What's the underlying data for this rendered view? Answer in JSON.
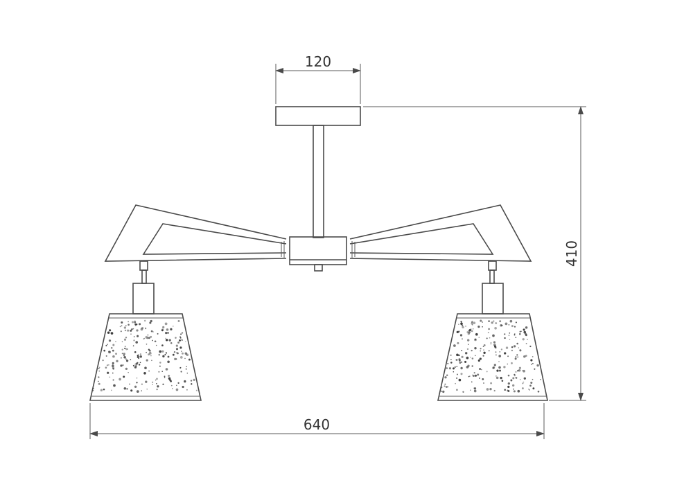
{
  "dimensions": {
    "canopy_width": "120",
    "total_width": "640",
    "total_height": "410"
  },
  "colors": {
    "line": "#4a4a4a",
    "background": "#ffffff",
    "text": "#333333"
  }
}
